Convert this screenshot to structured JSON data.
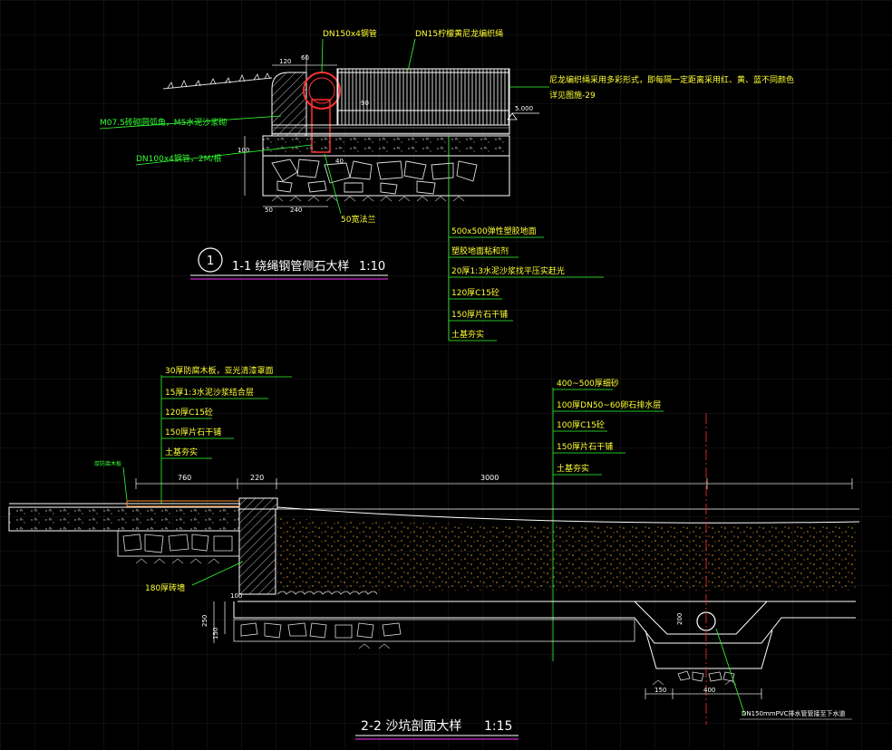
{
  "colors": {
    "background": "#000000",
    "grid": "#1c1c1c",
    "text_green": "#33ff33",
    "text_yellow": "#ffff33",
    "line_white": "#ffffff",
    "leader_green": "#33ff33",
    "accent_magenta": "#ff33ff",
    "accent_red": "#ff3030",
    "accent_orange": "#ff9933",
    "dim_cyan": "#33ffff"
  },
  "detail1": {
    "number": "1",
    "title": "1-1 绕绳钢管侧石大样",
    "scale": "1:10",
    "labels": {
      "dn150": "DN150x4钢管",
      "dn15": "DN15柠檬黄尼龙编织绳",
      "rope_note1": "尼龙编织绳采用多彩形式，即每隔一定距离采用红、黄、蓝不同颜色",
      "rope_note2": "详见图施-29",
      "brick": "M07.5砖砌圆弧角，M5水泥沙浆砌",
      "dn100": "DN100x4钢管，2M/根",
      "flange": "50宽法兰",
      "elevation": "5.000"
    },
    "dims": {
      "d120": "120",
      "d60": "60",
      "d100": "100",
      "d90": "90",
      "d240": "240",
      "d50": "50",
      "d40": "40"
    },
    "layers": [
      "500x500弹性塑胶地面",
      "塑胶地面粘和剂",
      "20厚1:3水泥沙浆找平压实赶光",
      "120厚C15砼",
      "150厚片石干铺",
      "土基夯实"
    ]
  },
  "detail2": {
    "title": "2-2  沙坑剖面大样",
    "scale": "1:15",
    "left_layers": [
      "30厚防腐木板，亚光清漆罩面",
      "15厚1:3水泥沙浆结合层",
      "120厚C15砼",
      "150厚片石干铺",
      "土基夯实"
    ],
    "right_layers": [
      "400~500厚细砂",
      "100厚DN50~60卵石排水层",
      "100厚C15砼",
      "150厚片石干铺",
      "土基夯实"
    ],
    "labels": {
      "wood_small": "厚防腐木板",
      "wall": "180厚砖墙",
      "drain": "DN150mmPVC排水管管接至下水道"
    },
    "dims": {
      "d760": "760",
      "d220": "220",
      "d3000": "3000",
      "d100": "100",
      "d150": "150",
      "d250": "250",
      "d200": "200",
      "d400": "400",
      "d150b": "150"
    }
  }
}
